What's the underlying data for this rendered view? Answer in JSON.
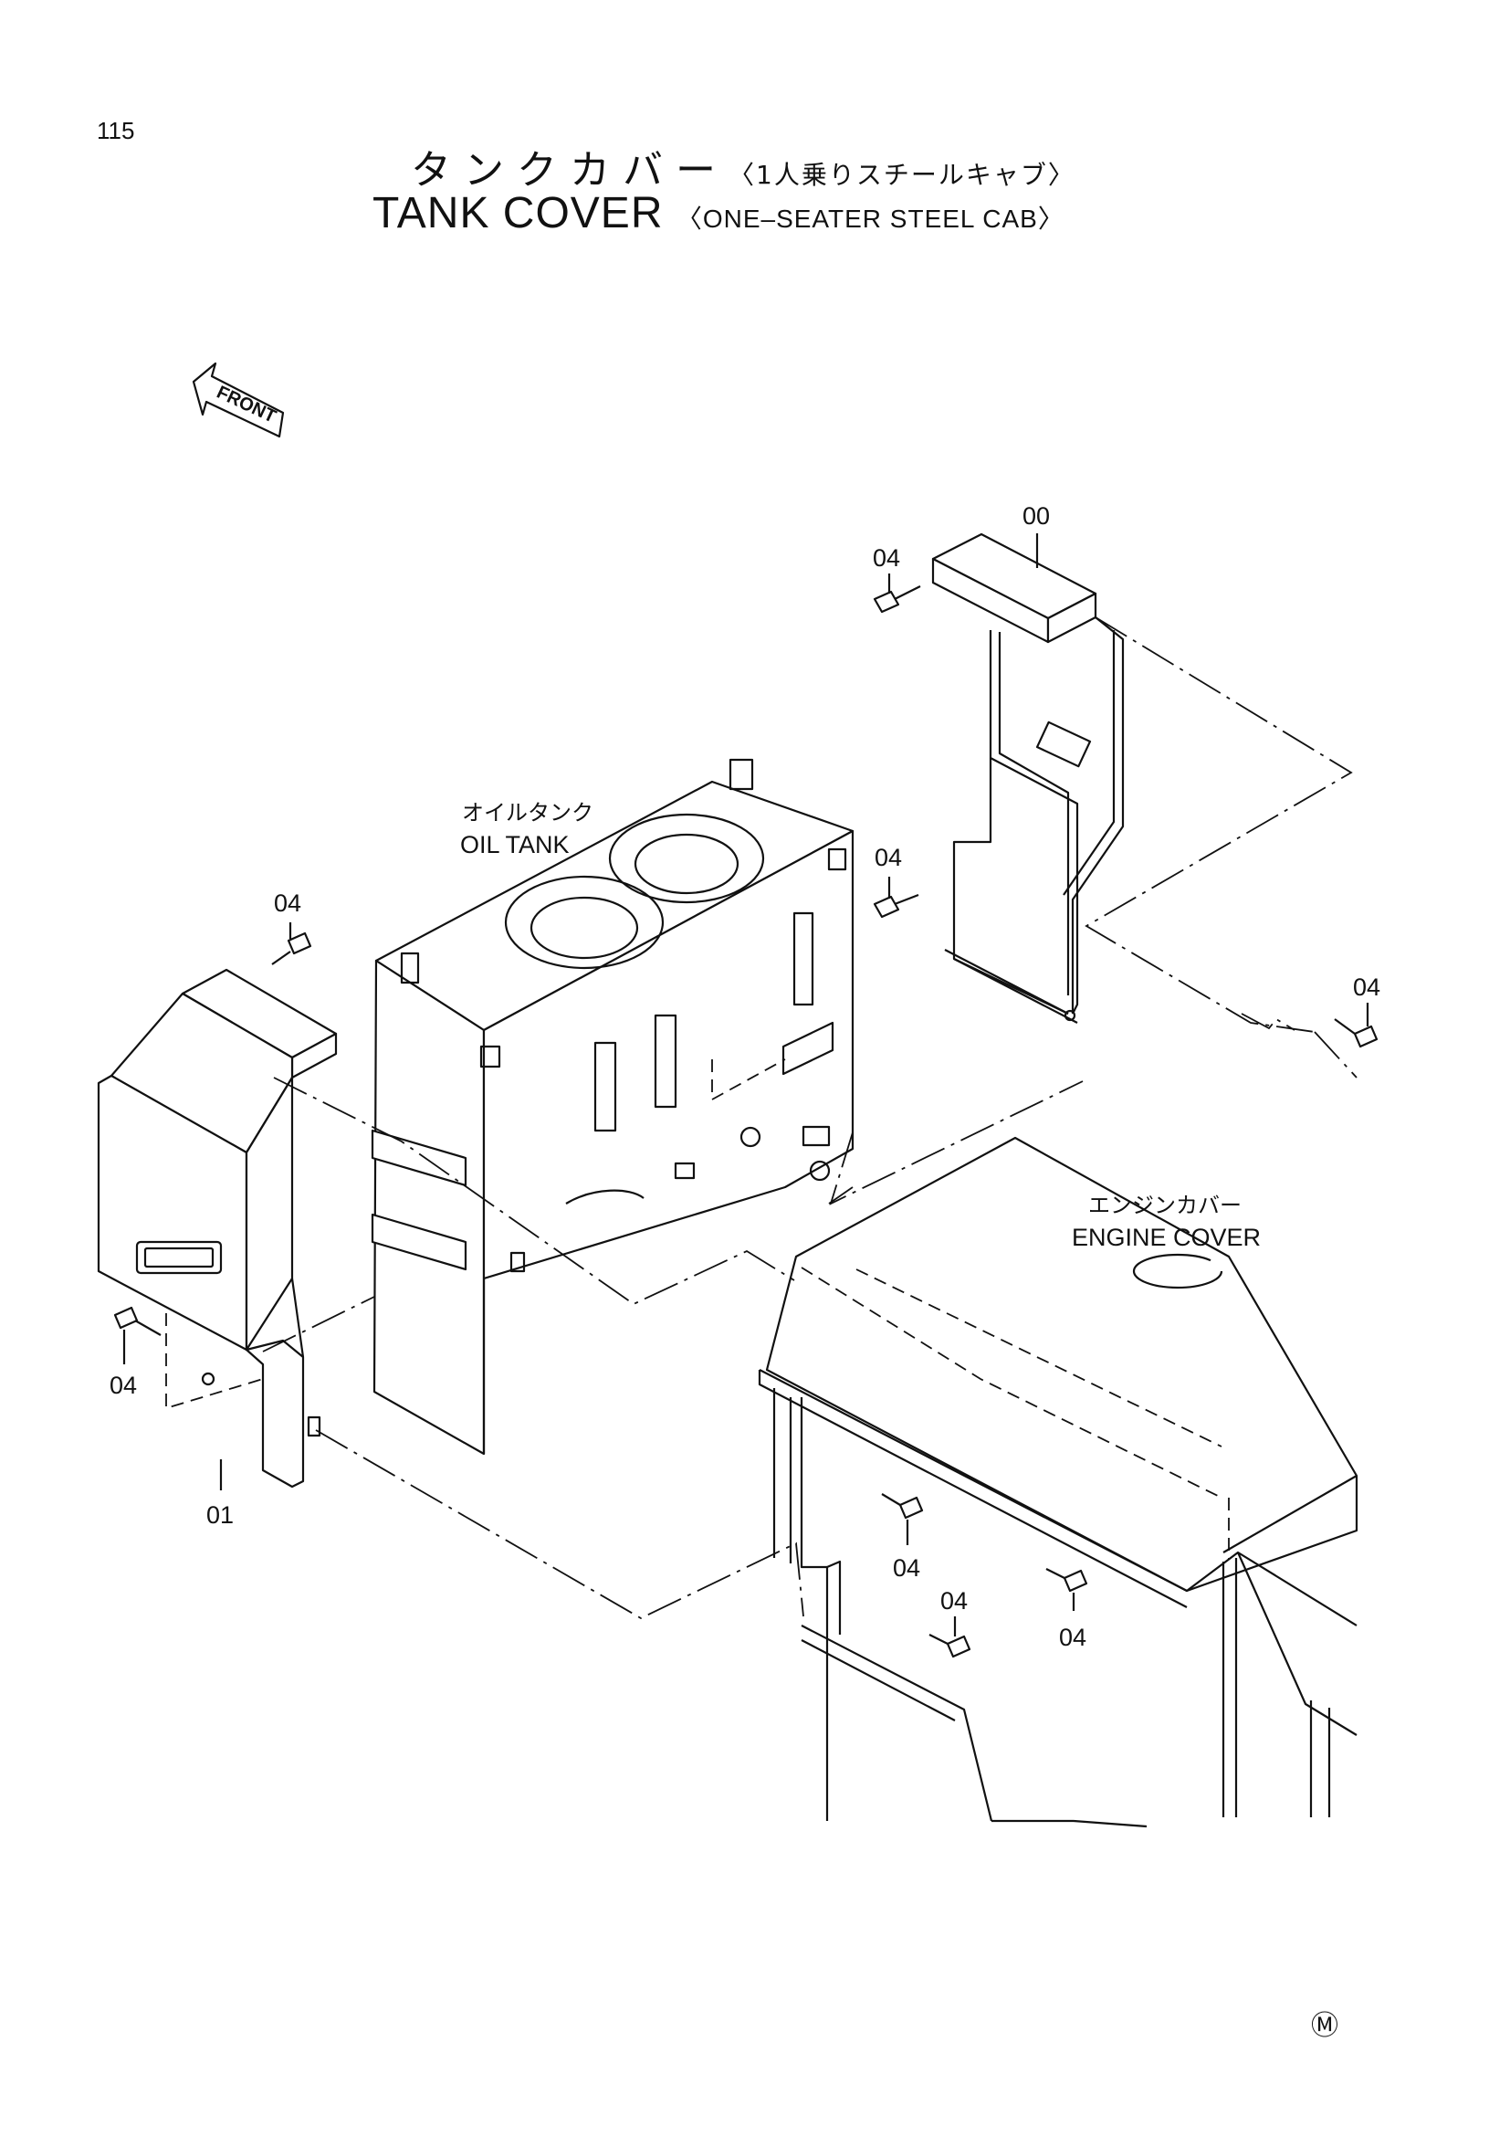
{
  "page": {
    "number": "115"
  },
  "title": {
    "jp": "タンクカバー",
    "jp_sub": "〈1人乗りスチールキャブ〉",
    "en": "TANK COVER",
    "en_sub": "〈ONE–SEATER STEEL CAB〉"
  },
  "front_arrow": {
    "label": "FRONT"
  },
  "labels": {
    "oil_tank_jp": "オイルタンク",
    "oil_tank_en": "OIL TANK",
    "engine_cover_jp": "エンジンカバー",
    "engine_cover_en": "ENGINE COVER"
  },
  "part_numbers": {
    "p00": "00",
    "p01": "01",
    "p04": "04"
  },
  "footer": {
    "mark": "Ⓜ"
  }
}
